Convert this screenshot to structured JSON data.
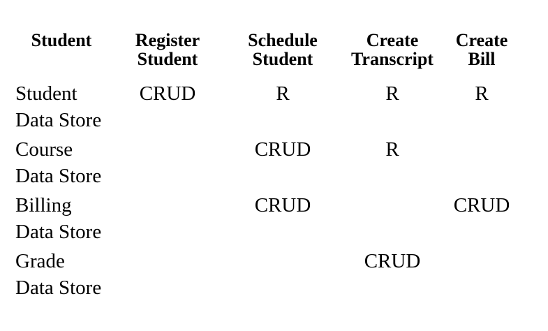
{
  "page": {
    "background_color": "#ffffff",
    "text_color": "#000000"
  },
  "table": {
    "description": "CRUD matrix of data stores versus processes",
    "columns": [
      {
        "label": "Student"
      },
      {
        "label": "Register\nStudent"
      },
      {
        "label": "Schedule\nStudent"
      },
      {
        "label": "Create\nTranscript"
      },
      {
        "label": "Create\nBill"
      }
    ],
    "rows": [
      {
        "name": "Student\nData Store",
        "cells": [
          "CRUD",
          "R",
          "R",
          "R"
        ]
      },
      {
        "name": "Course\nData Store",
        "cells": [
          "",
          "CRUD",
          "R",
          ""
        ]
      },
      {
        "name": "Billing\nData Store",
        "cells": [
          "",
          "CRUD",
          "",
          "CRUD"
        ]
      },
      {
        "name": "Grade\nData Store",
        "cells": [
          "",
          "",
          "CRUD",
          ""
        ]
      }
    ]
  },
  "chart_data": {
    "type": "table",
    "columns": [
      "Student",
      "Register Student",
      "Schedule Student",
      "Create Transcript",
      "Create Bill"
    ],
    "rows": [
      [
        "Student Data Store",
        "CRUD",
        "R",
        "R",
        "R"
      ],
      [
        "Course Data Store",
        "",
        "CRUD",
        "R",
        ""
      ],
      [
        "Billing Data Store",
        "",
        "CRUD",
        "",
        "CRUD"
      ],
      [
        "Grade Data Store",
        "",
        "",
        "CRUD",
        ""
      ]
    ]
  }
}
